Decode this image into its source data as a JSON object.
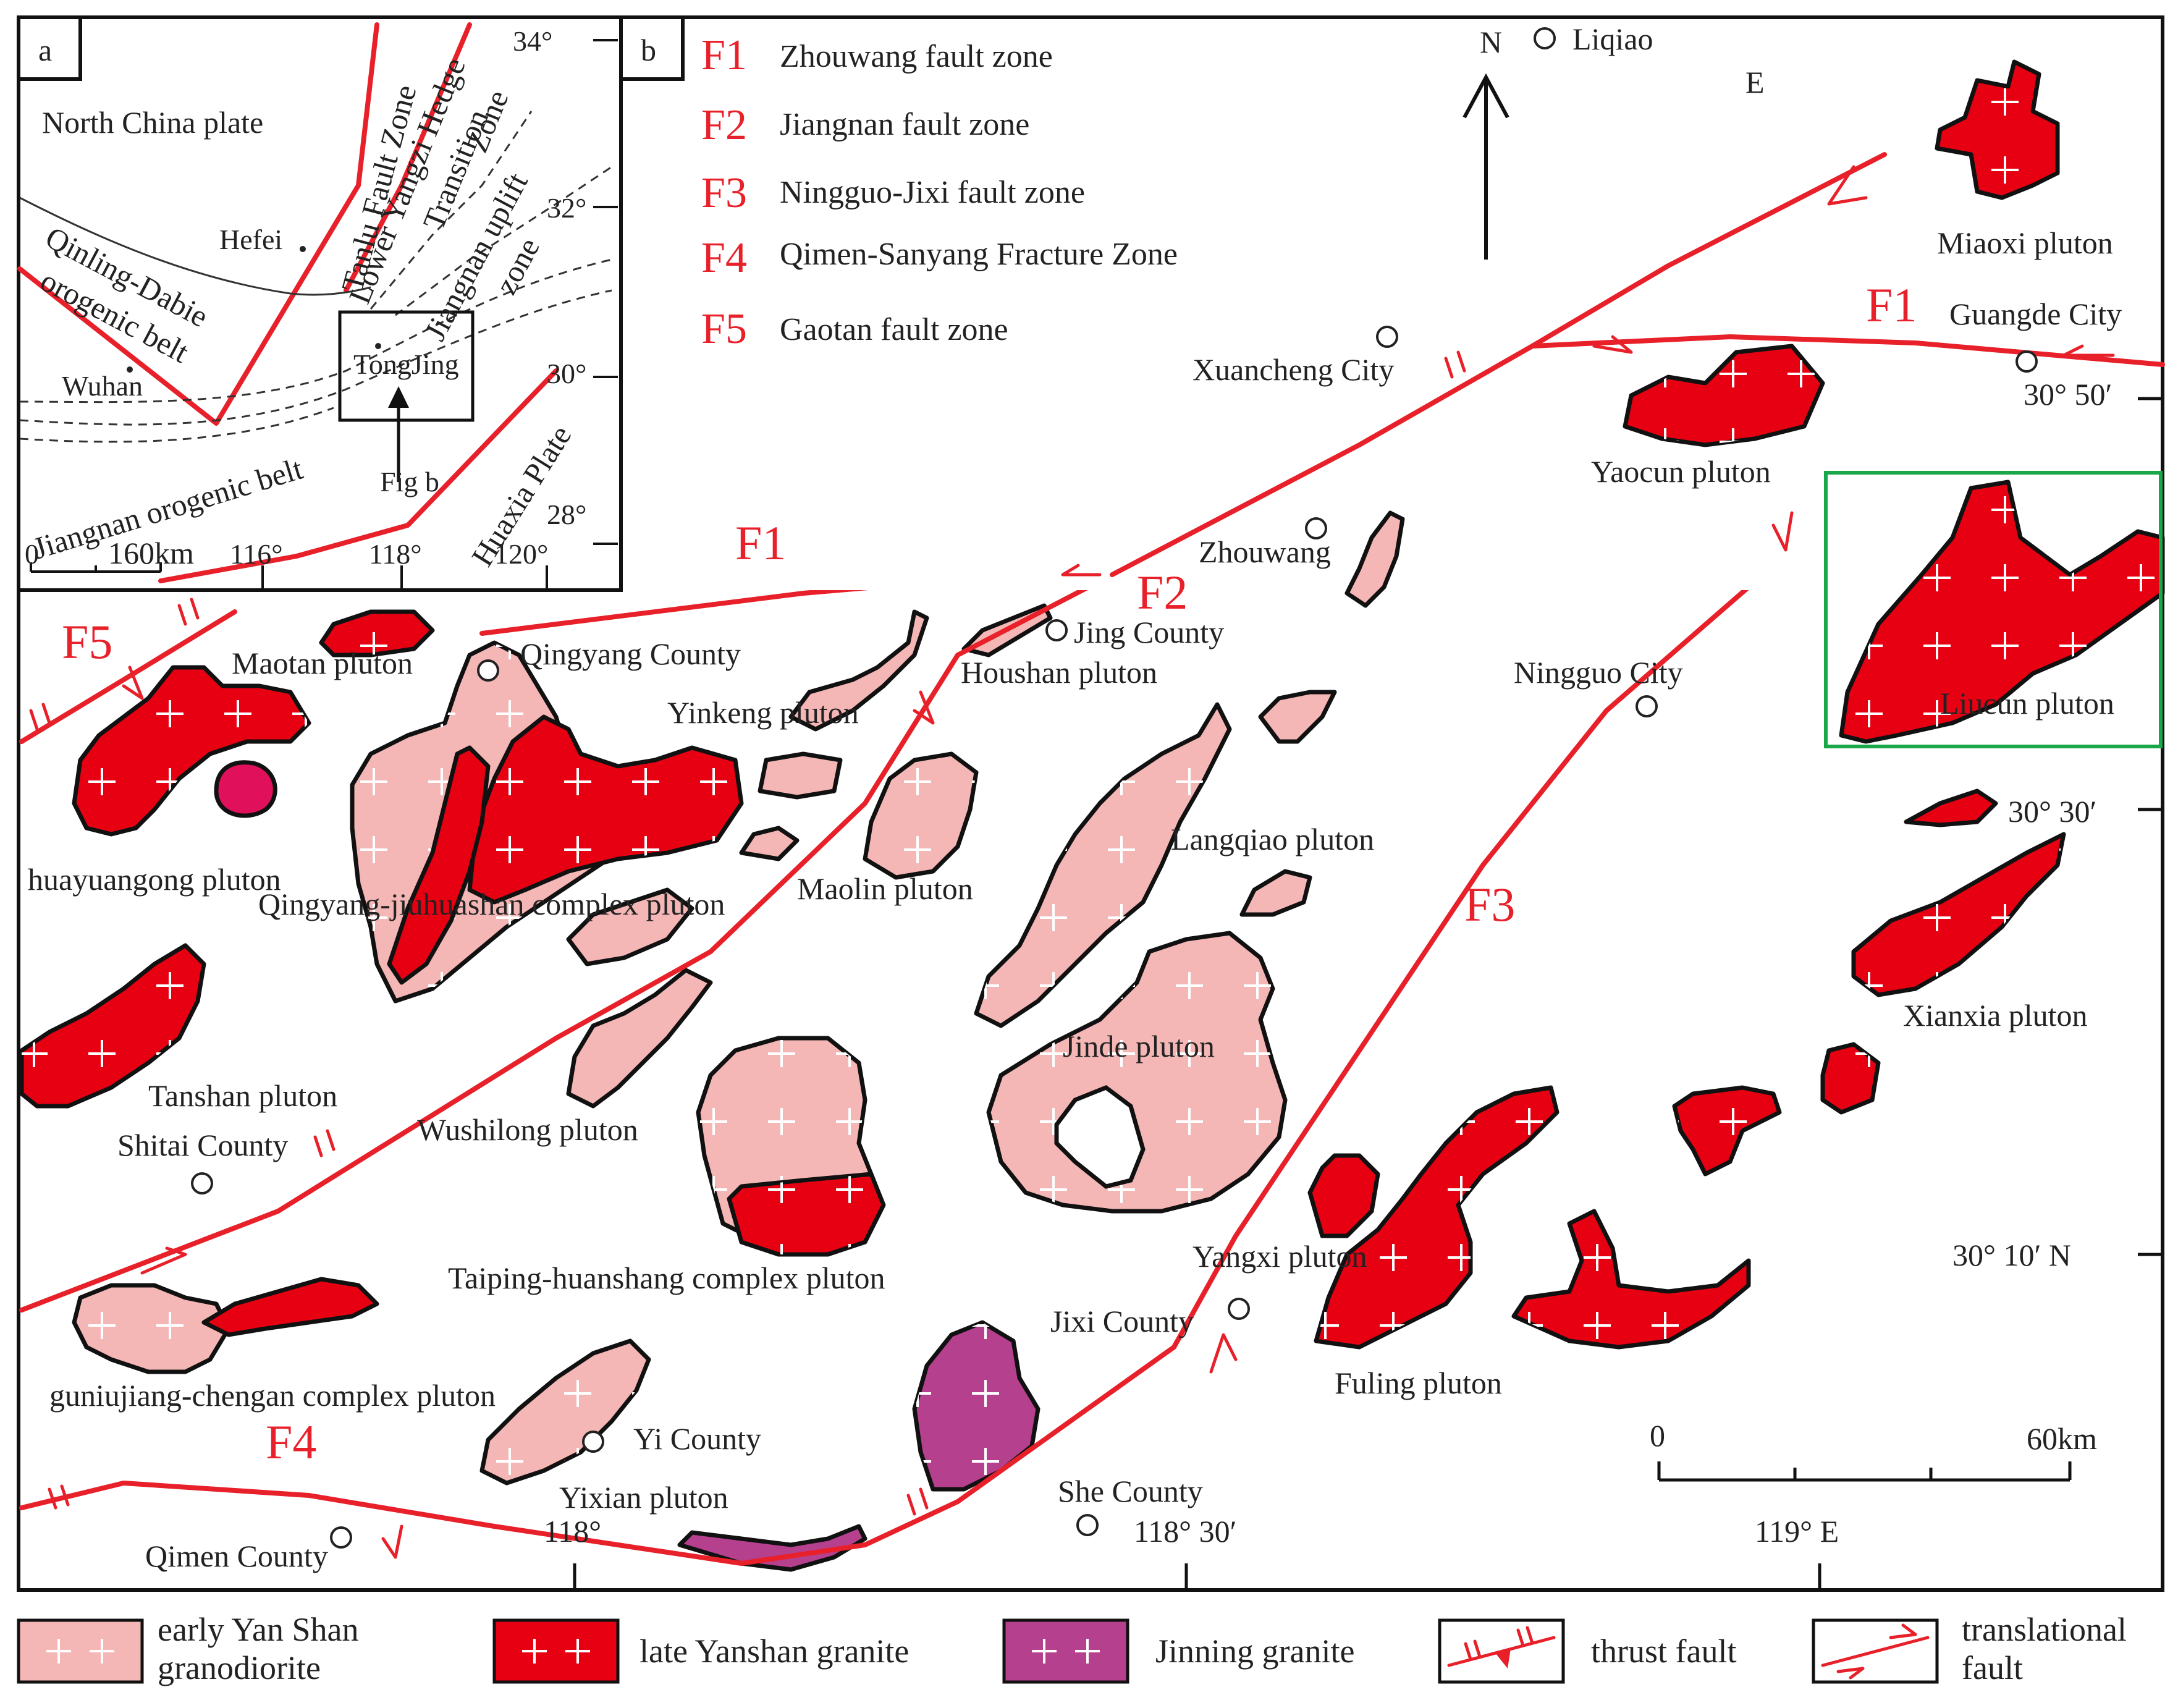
{
  "inset": {
    "panel_label": "a",
    "labels": {
      "north_china": "North China plate",
      "tanlu": "Tanlu Fault Zone",
      "lower_yangzi": "Lower Yangzi Hedge",
      "transition": "Transition",
      "zone": "Zone",
      "jiangnan_uplift": "Jiangnan uplift",
      "uplift_zone": "zone",
      "qinling": "Qinling-Dabie",
      "orogenic_belt": "orogenic belt",
      "hefei": "Hefei",
      "wuhan": "Wuhan",
      "tongling": "TongJing",
      "jiangnan_orogenic": "Jiangnan orogenic belt",
      "fig_b": "Fig b",
      "huaxia": "Huaxia Plate",
      "scale": "160km",
      "scale_zero": "0"
    },
    "lat_ticks": [
      "34°",
      "32°",
      "30°",
      "28°"
    ],
    "lon_ticks": [
      "116°",
      "118°",
      "120°"
    ]
  },
  "main": {
    "panel_label": "b",
    "north_label": "N",
    "fault_legend": [
      {
        "code": "F",
        "num": "1",
        "name": "Zhouwang fault zone"
      },
      {
        "code": "F",
        "num": "2",
        "name": "Jiangnan fault zone"
      },
      {
        "code": "F",
        "num": "3",
        "name": "Ningguo-Jixi fault zone"
      },
      {
        "code": "F",
        "num": "4",
        "name": "Qimen-Sanyang Fracture Zone"
      },
      {
        "code": "F",
        "num": "5",
        "name": "Gaotan fault zone"
      }
    ],
    "fault_labels": {
      "f1_top": "F1",
      "f1_mid": "F1",
      "f2": "F2",
      "f3": "F3",
      "f4": "F4",
      "f5": "F5"
    },
    "places": {
      "liqiao": "Liqiao",
      "e_top": "E",
      "xuancheng": "Xuancheng City",
      "guangde": "Guangde City",
      "zhouwang": "Zhouwang",
      "qingyang": "Qingyang County",
      "jing": "Jing County",
      "ningguo": "Ningguo City",
      "shitai": "Shitai County",
      "jixi": "Jixi County",
      "yi": "Yi County",
      "she": "She County",
      "qimen": "Qimen County"
    },
    "plutons": {
      "miaoxi": "Miaoxi pluton",
      "yaocun": "Yaocun pluton",
      "liucun": "Liucun pluton",
      "maotan": "Maotan pluton",
      "houshan": "Houshan pluton",
      "yinkeng": "Yinkeng pluton",
      "langqiao": "Langqiao pluton",
      "huayuangong": "huayuangong pluton",
      "qingyang_jiuhuashan": "Qingyang-jiuhuashan complex pluton",
      "maolin": "Maolin pluton",
      "xianxia": "Xianxia pluton",
      "tanshan": "Tanshan pluton",
      "jinde": "Jinde pluton",
      "wushilong": "Wushilong pluton",
      "taiping": "Taiping-huanshang complex pluton",
      "yangxi": "Yangxi pluton",
      "fuling": "Fuling pluton",
      "guniujiang": "guniujiang-chengan complex pluton",
      "yixian": "Yixian pluton"
    },
    "coords": {
      "lat_3050": "30°  50′",
      "lat_3030": "30°  30′",
      "lat_3010": "30°  10′  N",
      "lon_118": "118°",
      "lon_11830": "118°  30′",
      "lon_119": "119°   E"
    },
    "scale": {
      "zero": "0",
      "end": "60km"
    }
  },
  "legend": [
    {
      "line1": "early Yan Shan",
      "line2": "granodiorite"
    },
    {
      "line1": "late Yanshan granite",
      "line2": ""
    },
    {
      "line1": "Jinning  granite",
      "line2": ""
    },
    {
      "line1": "thrust fault",
      "line2": ""
    },
    {
      "line1": "translational",
      "line2": "fault"
    }
  ],
  "colors": {
    "fault": "#e8202a",
    "early_yanshan": "#f5b6b6",
    "late_yanshan": "#e60012",
    "jinning": "#b5408d",
    "highlight_box": "#1aa74a"
  }
}
